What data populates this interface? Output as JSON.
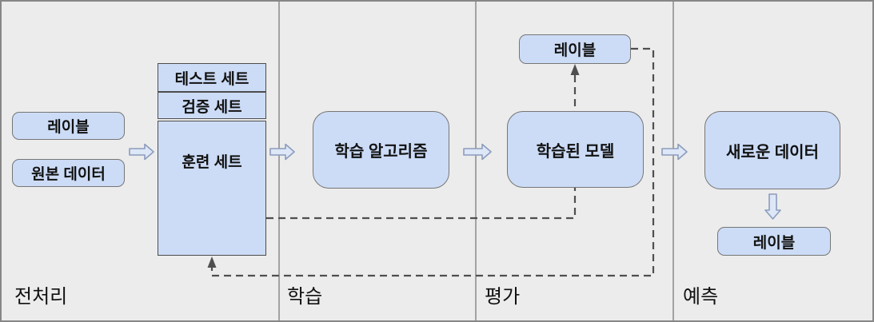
{
  "diagram": {
    "title": "machine-learning-workflow",
    "colors": {
      "bg": "#ececec",
      "frame": "#868686",
      "divider": "#8a8a8a",
      "box-fill": "#ccdcf6",
      "box-border": "#767676",
      "stack-border": "#4d4d4d",
      "text": "#111111",
      "arrow-fill": "#dde7f7",
      "arrow-stroke": "#8b9cbd",
      "dash": "#4f4f4f"
    },
    "lanes": [
      {
        "label": "전처리"
      },
      {
        "label": "학습"
      },
      {
        "label": "평가"
      },
      {
        "label": "예측"
      }
    ],
    "nodes": {
      "label_left": "레이블",
      "raw_data": "원본 데이터",
      "test_set": "테스트 세트",
      "validation_set": "검증 세트",
      "training_set": "훈련 세트",
      "learning_algorithm": "학습 알고리즘",
      "trained_model": "학습된 모델",
      "label_eval": "레이블",
      "new_data": "새로운 데이터",
      "label_final": "레이블"
    }
  }
}
